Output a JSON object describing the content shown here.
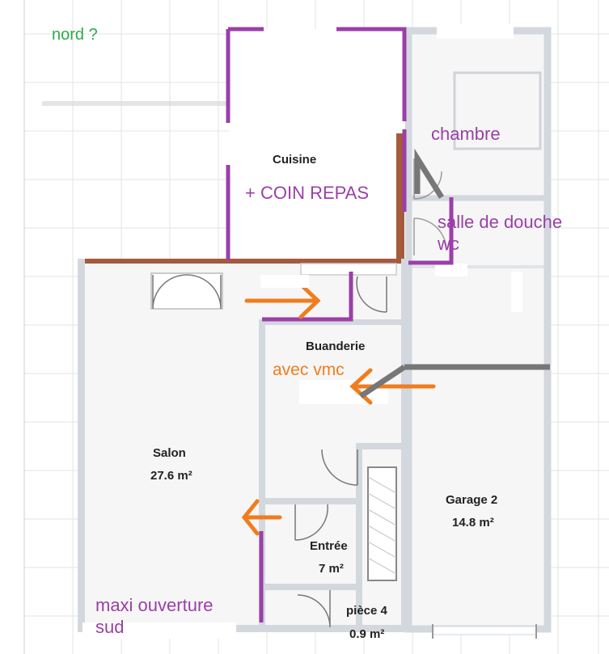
{
  "rooms": {
    "cuisine": {
      "name": "Cuisine"
    },
    "buanderie": {
      "name": "Buanderie"
    },
    "salon": {
      "name": "Salon",
      "area": "27.6 m²"
    },
    "garage": {
      "name": "Garage 2",
      "area": "14.8 m²"
    },
    "entree": {
      "name": "Entrée",
      "area": "7 m²"
    },
    "piece4": {
      "name": "pièce 4",
      "area": "0.9 m²"
    }
  },
  "annotations": {
    "nord": "nord ?",
    "coin_repas": "+ COIN REPAS",
    "chambre": "chambre",
    "salle_de_douche": "salle de douche",
    "wc": "wc",
    "avec_vmc": "avec vmc",
    "maxi_ouverture": "maxi ouverture",
    "sud": "sud"
  },
  "colors": {
    "wall": "#d3d8df",
    "grid": "#e3e3e3",
    "purple": "#9b3fa8",
    "orange": "#f07d1d",
    "gray_arrow": "#777777",
    "brick": "#a55a3c",
    "green": "#2eaa4a"
  }
}
